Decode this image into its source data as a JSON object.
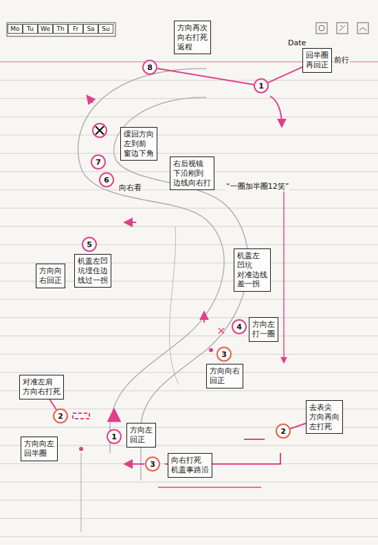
{
  "diagram": {
    "nodes": [
      {
        "text": [
          "方向再次 向右打死 返程"
        ]
      },
      {
        "text": [
          "8"
        ]
      },
      {
        "text": [
          "回半圈 再回正",
          "前行"
        ]
      },
      {
        "text": [
          "1"
        ]
      },
      {
        "text": [
          "缓回方向 左到前 窗边下角"
        ]
      },
      {
        "text": [
          "7"
        ]
      },
      {
        "text": [
          "右后视镜 下沿刚到 边线向右打"
        ]
      },
      {
        "text": [
          "6"
        ]
      },
      {
        "text": [
          "5"
        ]
      },
      {
        "text": [
          "机盖左凹 坑埋住边 线过一拐"
        ]
      },
      {
        "text": [
          "方向向 右回正"
        ]
      },
      {
        "text": [
          "机盖左 凹坑 对准边线 差一拐"
        ]
      },
      {
        "text": [
          "4"
        ]
      },
      {
        "text": [
          "方向左 打一圈"
        ]
      },
      {
        "text": [
          "3"
        ]
      },
      {
        "text": [
          "方向向右 回正"
        ]
      },
      {
        "text": [
          "对准左肩 方向右打死"
        ]
      },
      {
        "text": [
          "2"
        ]
      },
      {
        "text": [
          "1"
        ]
      },
      {
        "text": [
          "方向左 回正"
        ]
      },
      {
        "text": [
          "去表尖 方向再向 左打死"
        ]
      },
      {
        "text": [
          "2"
        ]
      },
      {
        "text": [
          "方向向左 回半圈"
        ]
      },
      {
        "text": [
          "3"
        ]
      },
      {
        "text": [
          "向右打死 机盖事路沿"
        ]
      }
    ],
    "edges": [
      {
        "from": 1,
        "to": 3,
        "arrow": "none"
      },
      {
        "from": 3,
        "to": 2,
        "arrow": "none"
      },
      {
        "from": 17,
        "to": 16,
        "arrow": "none"
      },
      {
        "from": 21,
        "to": 20,
        "arrow": "none"
      }
    ],
    "labels": [
      "Mo",
      "Tu",
      "We",
      "Th",
      "Fr",
      "Sa",
      "Su",
      "Date",
      "向右看",
      "“一圈加半圈12笑”"
    ]
  }
}
